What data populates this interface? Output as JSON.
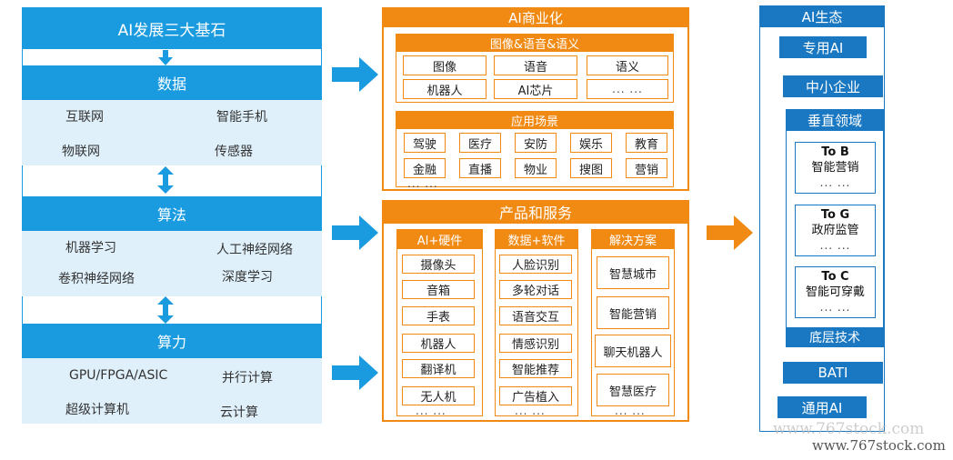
{
  "pillars": {
    "title": "AI发展三大基石",
    "data": {
      "label": "数据",
      "items": [
        "互联网",
        "智能手机",
        "物联网",
        "传感器"
      ]
    },
    "algorithm": {
      "label": "算法",
      "items": [
        "机器学习",
        "人工神经网络",
        "卷积神经网络",
        "深度学习"
      ]
    },
    "compute": {
      "label": "算力",
      "items": [
        "GPU/FPGA/ASIC",
        "并行计算",
        "超级计算机",
        "云计算"
      ]
    }
  },
  "commerce": {
    "title": "AI商业化",
    "tech": {
      "label": "图像&语音&语义",
      "items": [
        "图像",
        "语音",
        "语义",
        "机器人",
        "AI芯片",
        "... ..."
      ]
    },
    "scenes": {
      "label": "应用场景",
      "items": [
        "驾驶",
        "医疗",
        "安防",
        "娱乐",
        "教育",
        "金融",
        "直播",
        "物业",
        "搜图",
        "营销"
      ],
      "more": "... ..."
    },
    "products": {
      "title": "产品和服务",
      "hardware": {
        "label": "AI+硬件",
        "items": [
          "摄像头",
          "音箱",
          "手表",
          "机器人",
          "翻译机",
          "无人机"
        ],
        "more": "... ..."
      },
      "software": {
        "label": "数据+软件",
        "items": [
          "人脸识别",
          "多轮对话",
          "语音交互",
          "情感识别",
          "智能推荐",
          "广告植入"
        ],
        "more": "... ..."
      },
      "solutions": {
        "label": "解决方案",
        "items": [
          "智慧城市",
          "智能营销",
          "聊天机器人",
          "智慧医疗"
        ],
        "more": "... ..."
      }
    }
  },
  "ecosystem": {
    "title": "AI生态",
    "dedicated": "专用AI",
    "smb": "中小企业",
    "vertical": {
      "label": "垂直领域",
      "cards": [
        {
          "head": "To B",
          "body": "智能营销",
          "more": "... ..."
        },
        {
          "head": "To G",
          "body": "政府监管",
          "more": "... ..."
        },
        {
          "head": "To C",
          "body": "智能可穿戴",
          "more": "... ..."
        }
      ],
      "footer": "底层技术"
    },
    "bati": "BATI",
    "general": "通用AI"
  },
  "watermarks": [
    "www.767stock.com",
    "www.767stock.com"
  ],
  "colors": {
    "blue": "#1a9be0",
    "darkBlue": "#1a78c2",
    "orange": "#f18a13",
    "lightBlue": "#dff0fb"
  },
  "icons": [
    "arrow-down-icon",
    "double-arrow-icon",
    "arrow-right-icon"
  ]
}
